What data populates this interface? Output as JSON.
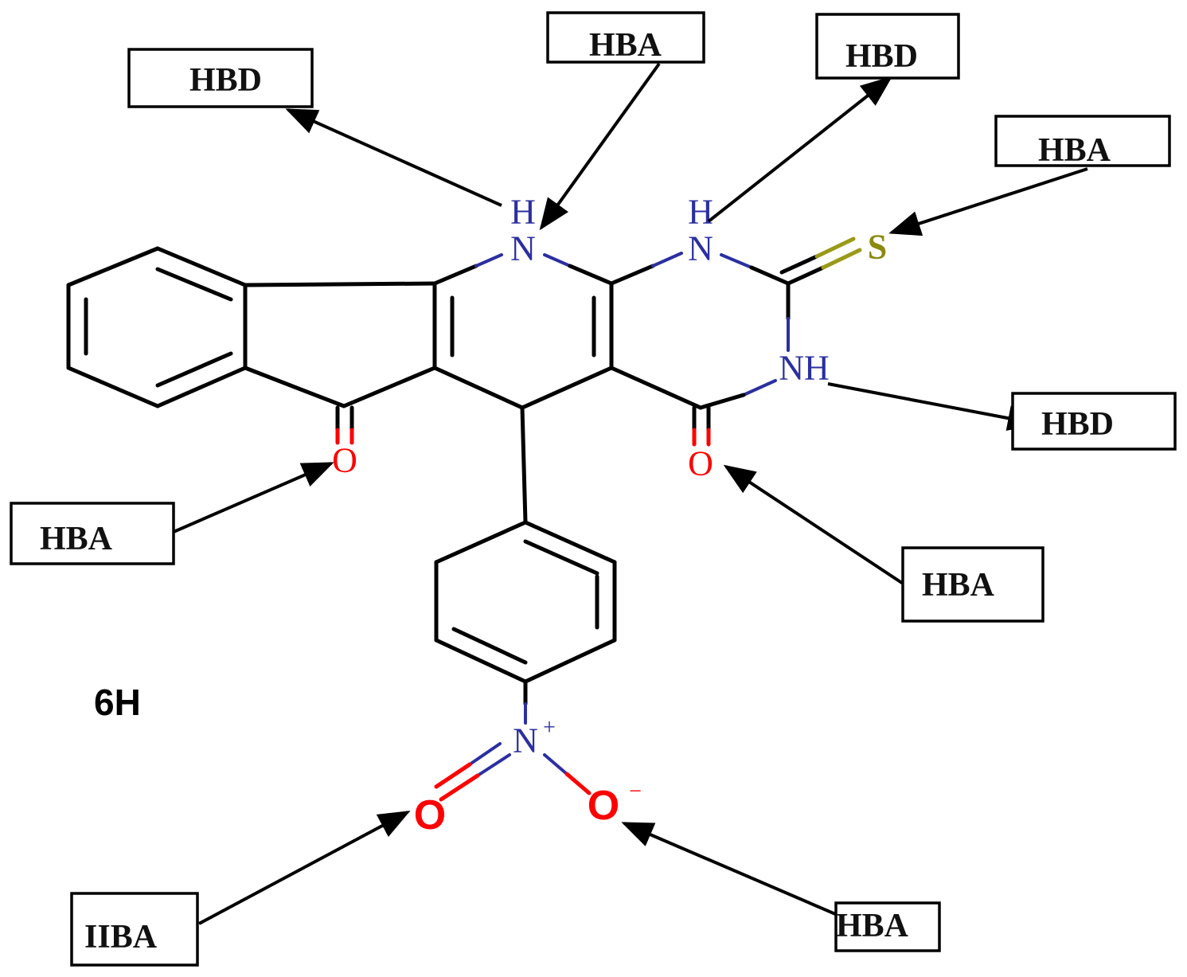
{
  "compound_label": "6H",
  "atoms": {
    "n1": "N",
    "h1": "H",
    "n2": "N",
    "h2": "H",
    "s": "S",
    "nh": "NH",
    "o1": "O",
    "o2": "O",
    "n_plus": "N",
    "plus": "+",
    "o_nitro1": "O",
    "o_nitro2": "O",
    "minus": "−"
  },
  "callouts": {
    "hbd_top_left": "HBD",
    "hba_top": "HBA",
    "hbd_top_right": "HBD",
    "hba_right_s": "HBA",
    "hbd_right_nh": "HBD",
    "hba_left_o": "HBA",
    "hba_right_o": "HBA",
    "hba_bottom_left": "IIBA",
    "hba_bottom_right": "HBA"
  },
  "colors": {
    "nitrogen": "#2b2fa0",
    "oxygen": "#ff0000",
    "sulfur": "#8a8a10",
    "bond": "#000000"
  }
}
